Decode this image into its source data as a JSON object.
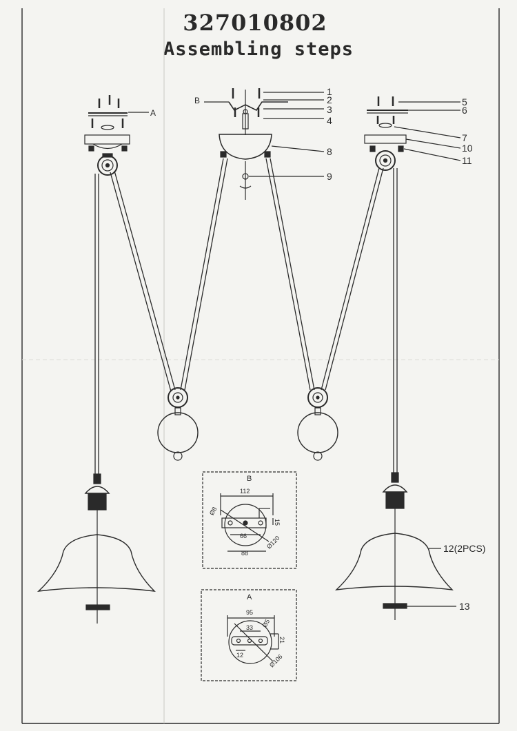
{
  "header": {
    "model_number": "327010802",
    "subtitle": "Assembling steps"
  },
  "callouts": [
    "1",
    "2",
    "3",
    "4",
    "5",
    "6",
    "7",
    "8",
    "9",
    "10",
    "11",
    "12(2PCS)",
    "13"
  ],
  "view_labels": {
    "a": "A",
    "b": "B"
  },
  "detail_b": {
    "label": "B",
    "dims": [
      "112",
      "Ø8",
      "66",
      "88",
      "Ø120",
      "15"
    ]
  },
  "detail_a": {
    "label": "A",
    "dims": [
      "95",
      "33",
      "Ø5",
      "12",
      "Ø106",
      "21"
    ]
  },
  "colors": {
    "ink": "#2a2a2a",
    "paper": "#f4f4f1"
  }
}
